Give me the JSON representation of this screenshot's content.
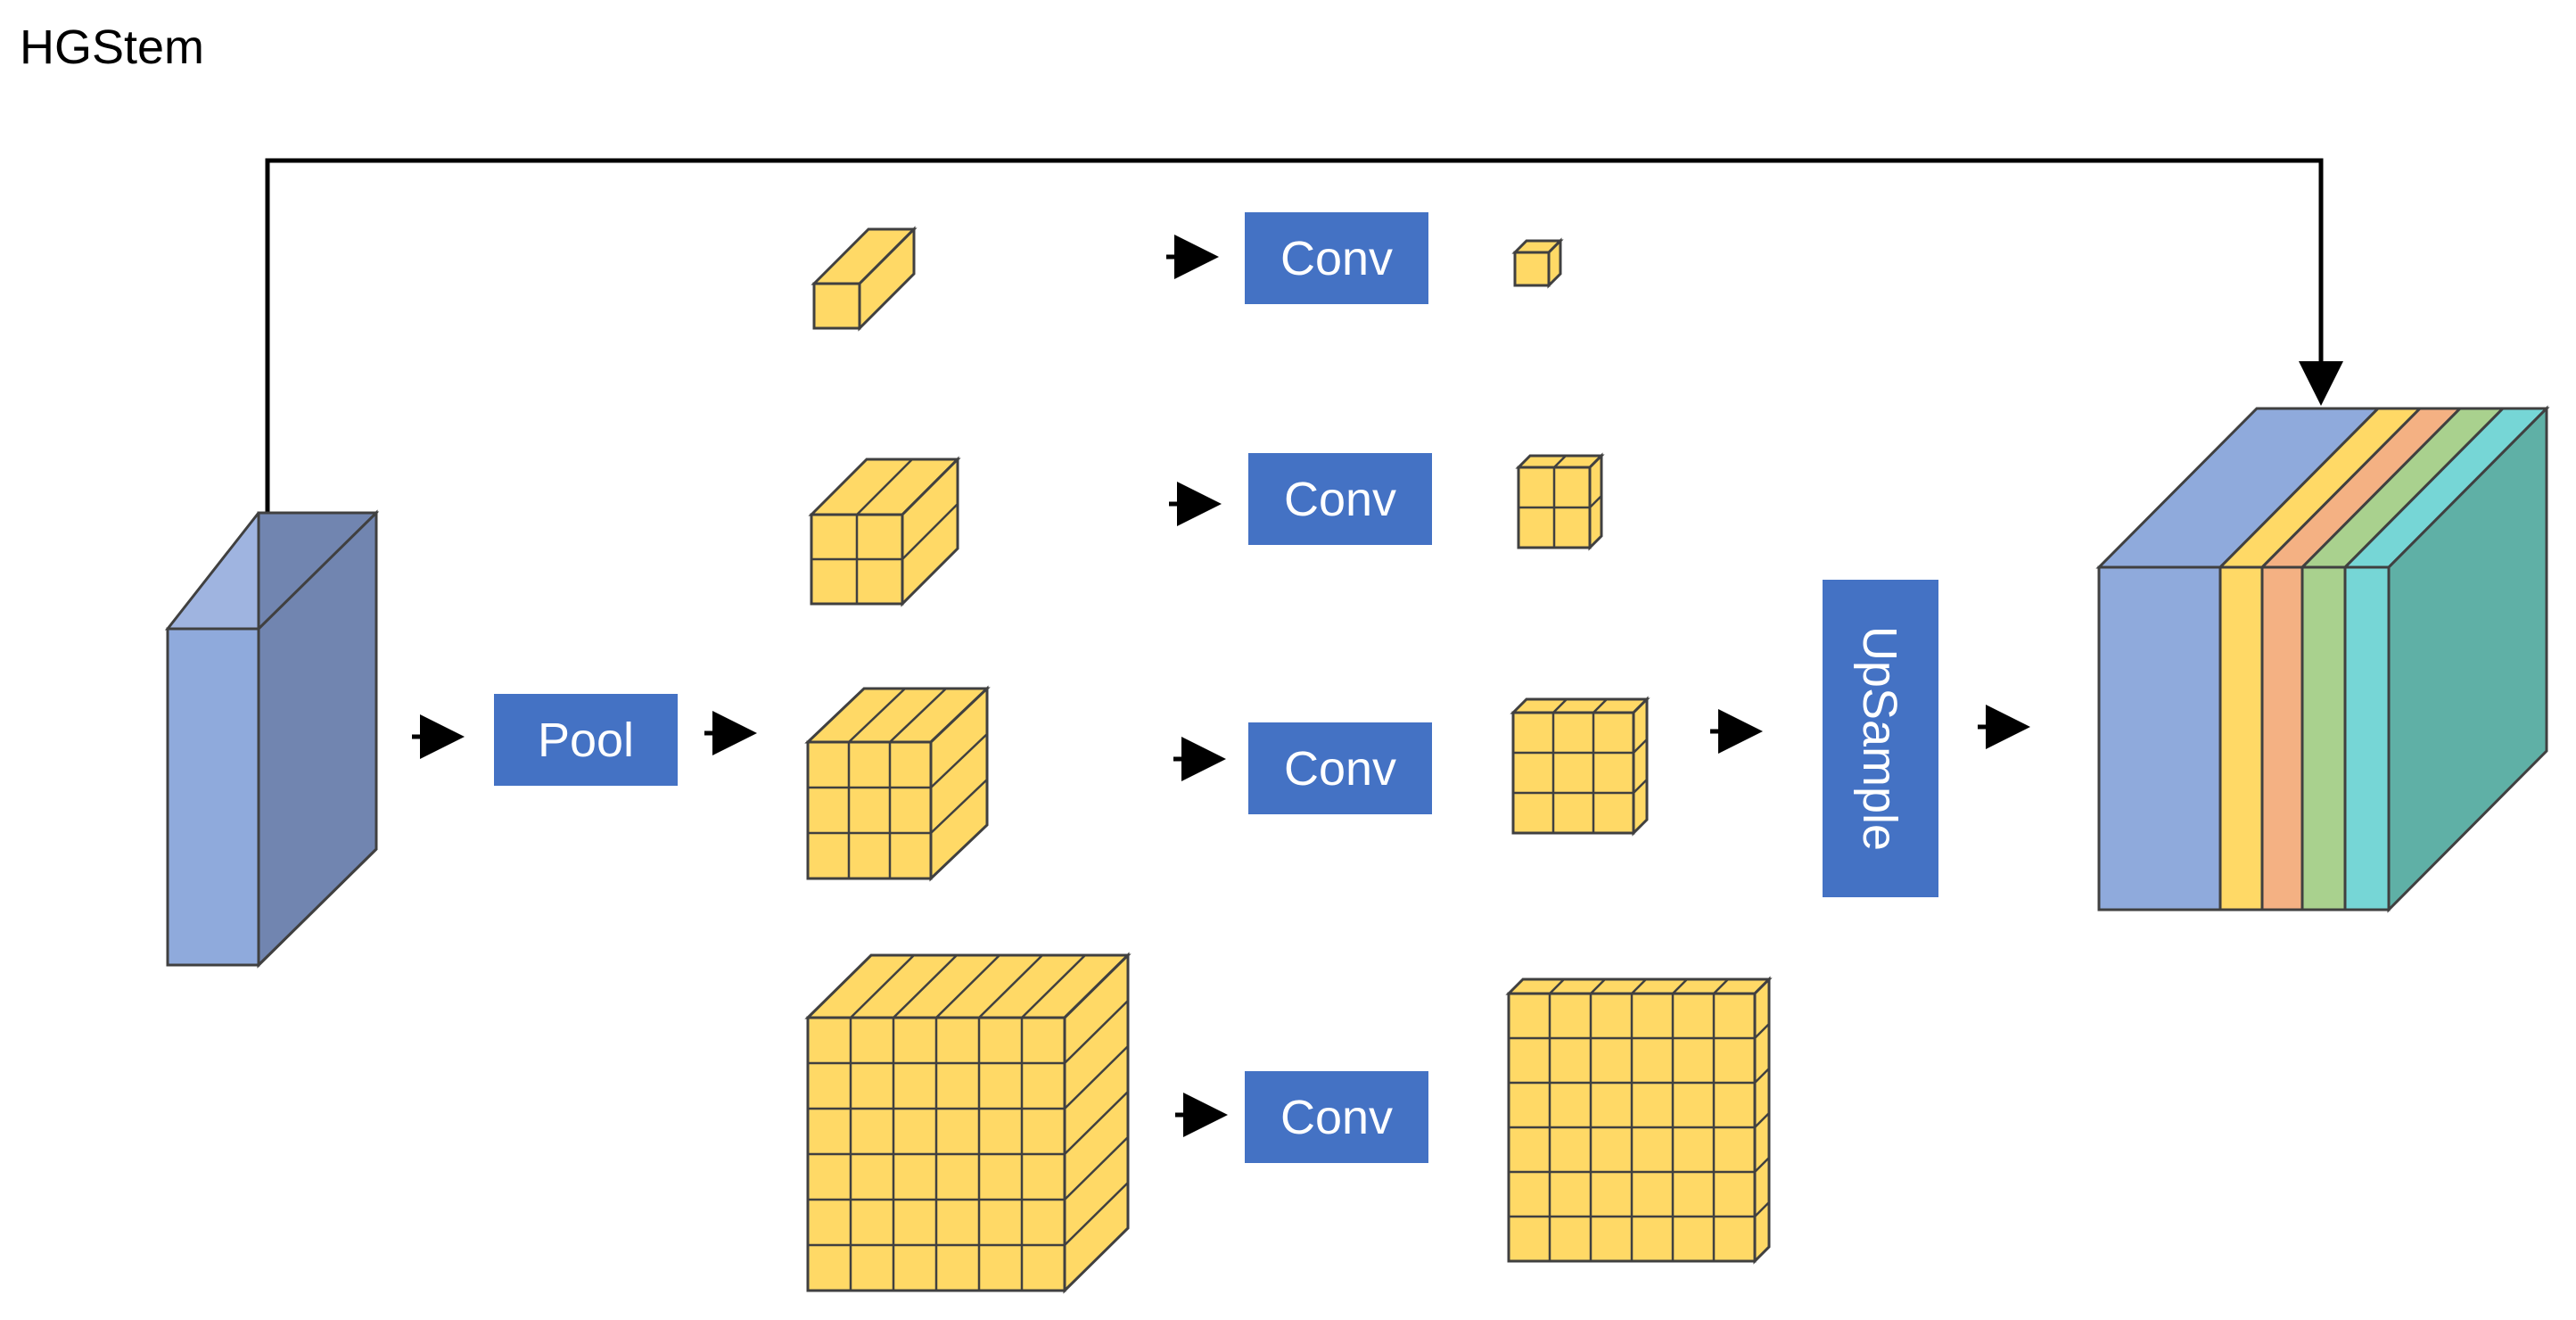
{
  "title": "HGStem",
  "labels": {
    "pool": "Pool",
    "conv": "Conv",
    "upsample": "UpSample"
  },
  "colors": {
    "input_front": "#8faadc",
    "input_top": "#9fb4e0",
    "input_side": "#7185b0",
    "cube_face": "#ffd966",
    "cube_stroke": "#404040",
    "block_blue": "#4472c4",
    "concat_slices": [
      "#8faadc",
      "#ffd966",
      "#f4b183",
      "#a9d18e",
      "#76d6d6"
    ],
    "concat_side": "#5fb0a6"
  }
}
